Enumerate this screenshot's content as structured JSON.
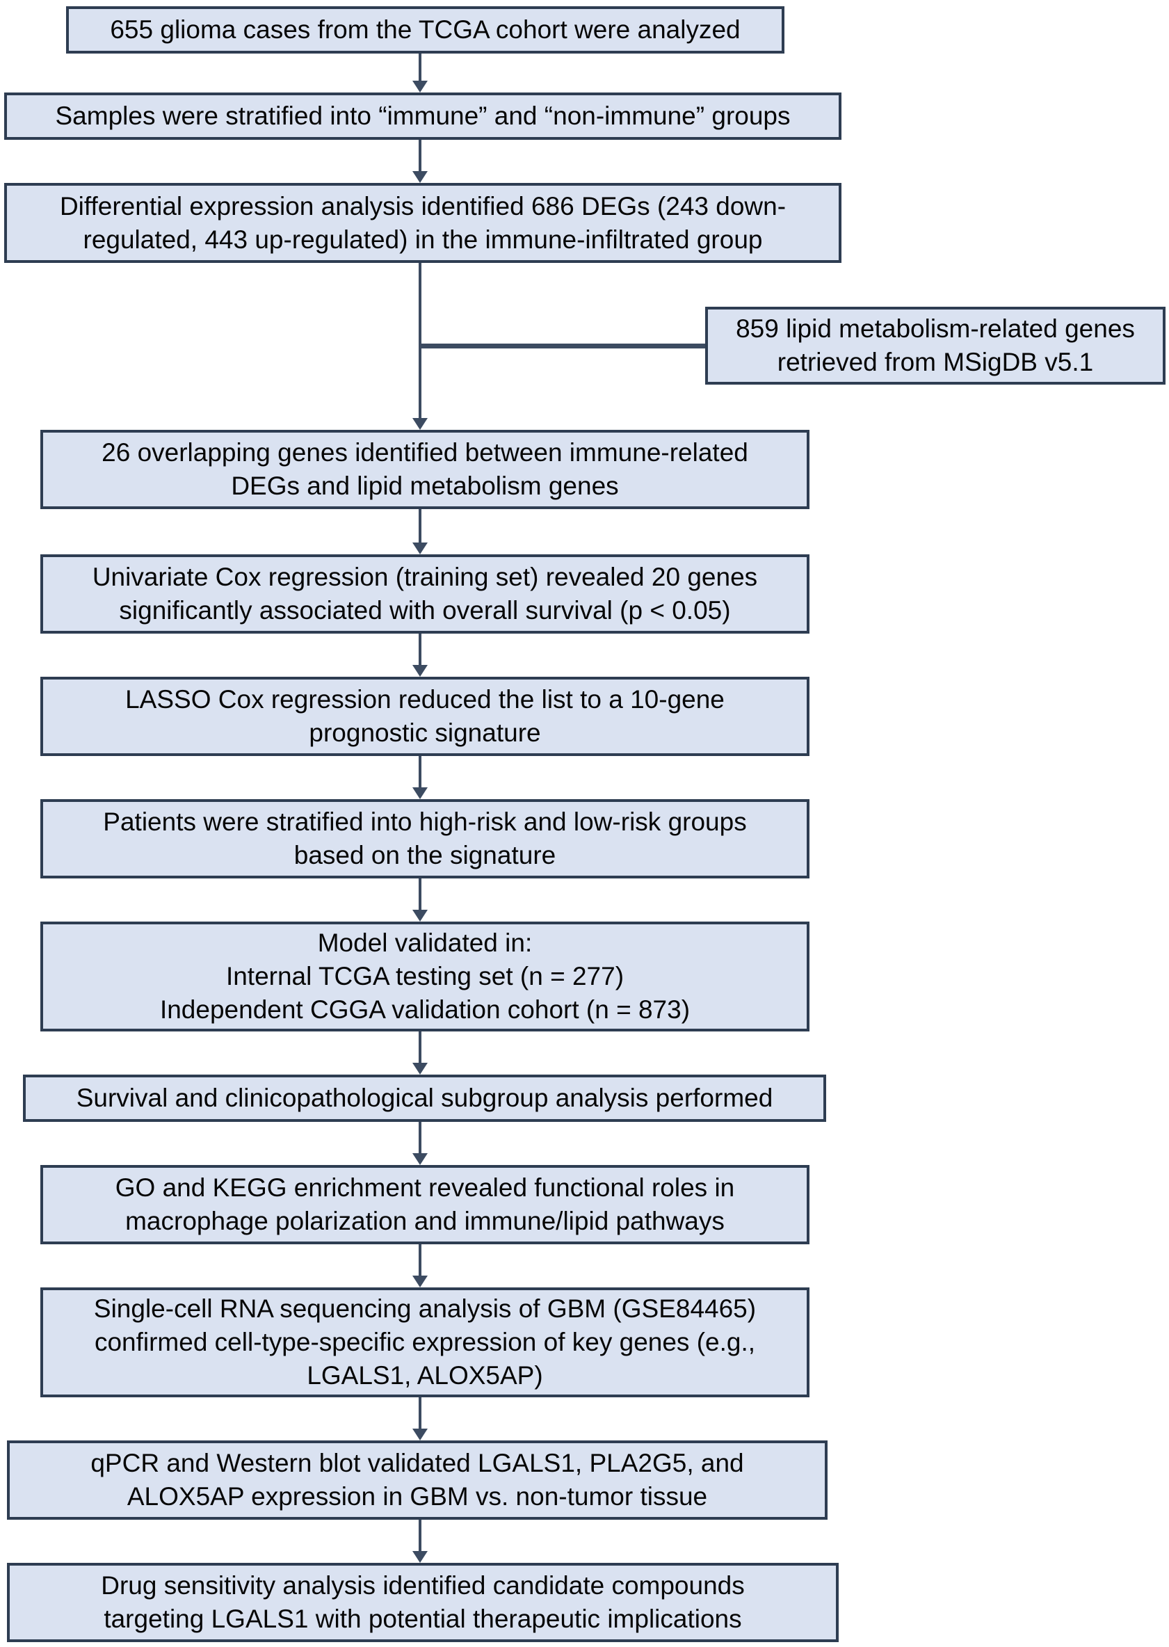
{
  "figure": {
    "type": "flowchart",
    "orientation": "top-down"
  },
  "colors": {
    "background": "#ffffff",
    "box_fill": "#dae2f1",
    "box_border": "#2e3d52",
    "arrow": "#3c4b61",
    "text": "#060606"
  },
  "boxes": [
    {
      "id": "step-1",
      "text": "655 glioma cases from the TCGA cohort were analyzed"
    },
    {
      "id": "step-2",
      "text": "Samples were stratified into “immune” and “non-immune” groups"
    },
    {
      "id": "step-3",
      "text": "Differential expression analysis identified 686 DEGs (243 down-\nregulated, 443 up-regulated) in the immune-infiltrated group"
    },
    {
      "id": "step-4",
      "text": "26 overlapping genes identified between immune-related\nDEGs and lipid metabolism genes"
    },
    {
      "id": "step-5",
      "text": "Univariate Cox regression (training set) revealed 20 genes\nsignificantly associated with overall survival (p < 0.05)"
    },
    {
      "id": "step-6",
      "text": "LASSO Cox regression reduced the list to a 10-gene\nprognostic signature"
    },
    {
      "id": "step-7",
      "text": "Patients were stratified into high-risk and low-risk groups\nbased on the signature"
    },
    {
      "id": "step-8",
      "text": "Model validated in:\nInternal TCGA testing set (n = 277)\nIndependent CGGA validation cohort (n = 873)"
    },
    {
      "id": "step-9",
      "text": "Survival and clinicopathological subgroup analysis performed"
    },
    {
      "id": "step-10",
      "text": "GO and KEGG enrichment revealed functional roles in\nmacrophage polarization and immune/lipid pathways"
    },
    {
      "id": "step-11",
      "text": "Single-cell RNA sequencing analysis of GBM (GSE84465)\nconfirmed cell-type-specific expression of key genes (e.g.,\nLGALS1, ALOX5AP)"
    },
    {
      "id": "step-12",
      "text": "qPCR and Western blot validated LGALS1, PLA2G5, and\nALOX5AP expression in GBM vs. non-tumor tissue"
    },
    {
      "id": "step-13",
      "text": "Drug sensitivity analysis identified candidate compounds\ntargeting LGALS1 with potential therapeutic implications"
    },
    {
      "id": "side-input",
      "text": "859 lipid metabolism-related genes\nretrieved from MSigDB v5.1"
    }
  ]
}
